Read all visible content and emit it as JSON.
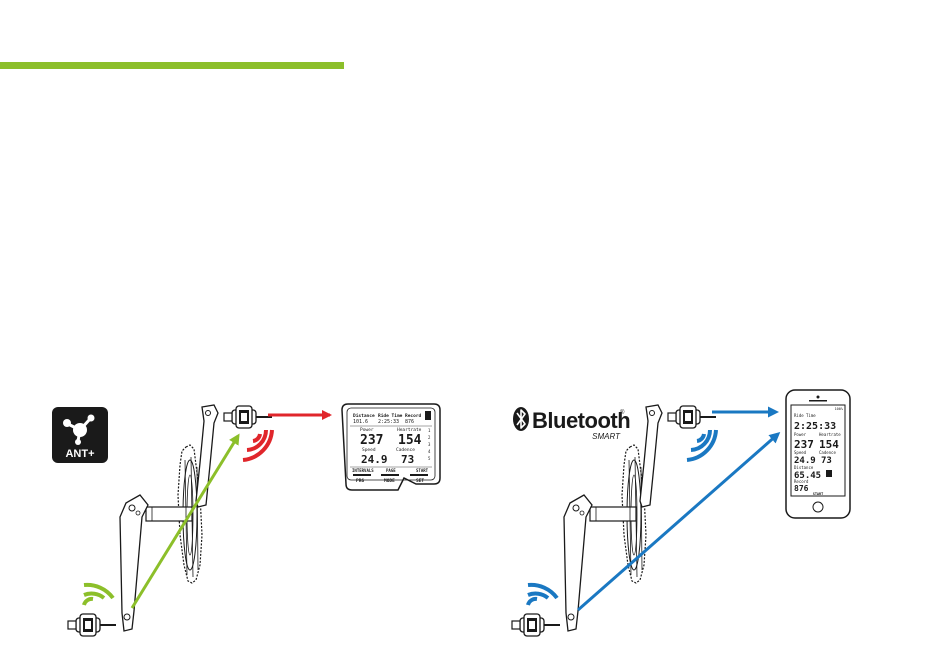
{
  "colors": {
    "accent_green": "#8cbf2a",
    "ant_signal_green": "#8cbf2a",
    "ant_link_red": "#e0262b",
    "bluetooth_blue": "#1a78c2",
    "line_black": "#1a1a1a"
  },
  "ant_panel": {
    "logo": {
      "icon": "ant-plus-logo-icon",
      "text": "ANT+"
    },
    "head_unit": {
      "row1_labels": [
        "Distance",
        "Ride Time",
        "Record"
      ],
      "row1_values": [
        "101.6",
        "2:25:33",
        "876"
      ],
      "power_label": "Power",
      "heartrate_label": "Heartrate",
      "power_value": "237",
      "heartrate_value": "154",
      "speed_label": "Speed",
      "cadence_label": "Cadence",
      "speed_value": "24.9",
      "cadence_value": "73",
      "status_row": [
        "INTERVALS",
        "PAGE",
        "START"
      ],
      "buttons": [
        "PRG",
        "MODE",
        "SET"
      ],
      "side_marks": [
        "1",
        "2",
        "3",
        "4",
        "5"
      ]
    }
  },
  "bluetooth_panel": {
    "logo": {
      "icon": "bluetooth-icon",
      "name": "Bluetooth",
      "suffix": "SMART"
    },
    "phone": {
      "status_right": "100%",
      "ride_time_label": "Ride Time",
      "ride_time_value": "2:25:33",
      "power_label": "Power",
      "heartrate_label": "Heartrate",
      "power_value": "237",
      "heartrate_value": "154",
      "speed_label": "Speed",
      "cadence_label": "Cadence",
      "speed_value": "24.9",
      "cadence_value": "73",
      "distance_label": "Distance",
      "distance_value": "65.45",
      "record_label": "Record",
      "record_value": "876",
      "action_label": "START"
    }
  }
}
